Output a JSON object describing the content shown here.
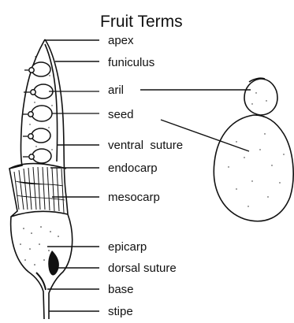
{
  "diagram": {
    "title": "Fruit Terms",
    "labels": {
      "apex": "apex",
      "funiculus": "funiculus",
      "aril": "aril",
      "seed": "seed",
      "ventral_suture": "ventral  suture",
      "endocarp": "endocarp",
      "mesocarp": "mesocarp",
      "epicarp": "epicarp",
      "dorsal_suture": "dorsal suture",
      "base": "base",
      "stipe": "stipe"
    },
    "colors": {
      "ink": "#111111",
      "paper": "#ffffff"
    }
  }
}
